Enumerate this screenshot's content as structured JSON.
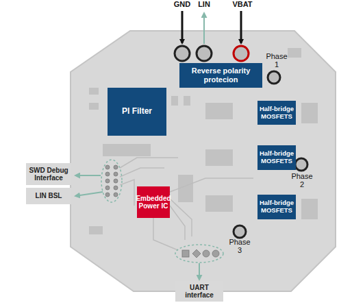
{
  "diagram": {
    "nodes": [
      {
        "text": [
          "Reverse polarity protecion"
        ]
      },
      {
        "text": [
          "PI Filter"
        ]
      },
      {
        "text": [
          "Half-bridge MOSFETS"
        ]
      },
      {
        "text": [
          "Half-bridge MOSFETS"
        ]
      },
      {
        "text": [
          "SWD Debug Interface"
        ]
      },
      {
        "text": [
          "LIN BSL"
        ]
      },
      {
        "text": [
          "Embedded Power IC"
        ]
      },
      {
        "text": [
          "Half-bridge MOSFETS"
        ]
      },
      {
        "text": [
          "UART interface"
        ]
      }
    ],
    "labels": [
      "GND",
      "LIN",
      "VBAT",
      "Phase 1",
      "Phase 2",
      "Phase 3"
    ]
  }
}
